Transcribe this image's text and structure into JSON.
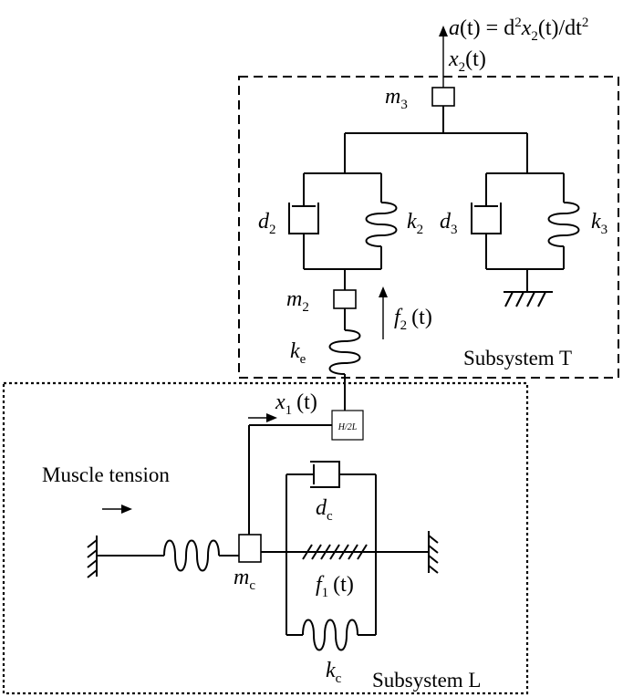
{
  "subsystems": {
    "t_label": "Subsystem T",
    "l_label": "Subsystem L"
  },
  "output": {
    "accel_a": "a",
    "accel_open": "(t) = d",
    "accel_sup2": "2",
    "accel_x": "x",
    "accel_sub2": "2",
    "accel_close": "(t)/dt",
    "accel_sup2b": "2",
    "x2_x": "x",
    "x2_sub": "2",
    "x2_t": "(t)"
  },
  "masses": {
    "m3": "m",
    "m3_sub": "3",
    "m2": "m",
    "m2_sub": "2",
    "mc": "m",
    "mc_sub": "c"
  },
  "dampers": {
    "d2": "d",
    "d2_sub": "2",
    "d3": "d",
    "d3_sub": "3",
    "dc": "d",
    "dc_sub": "c"
  },
  "springs": {
    "k2": "k",
    "k2_sub": "2",
    "k3": "k",
    "k3_sub": "3",
    "ke": "k",
    "ke_sub": "e",
    "kc": "k",
    "kc_sub": "c"
  },
  "forces": {
    "f2": "f",
    "f2_sub": "2",
    "f2_t": "(t)",
    "f1": "f",
    "f1_sub": "1",
    "f1_t": "(t)"
  },
  "displacement": {
    "x1": "x",
    "x1_sub": "1",
    "x1_t": "(t)"
  },
  "lever_label": "H/2L",
  "muscle_label": "Muscle tension"
}
